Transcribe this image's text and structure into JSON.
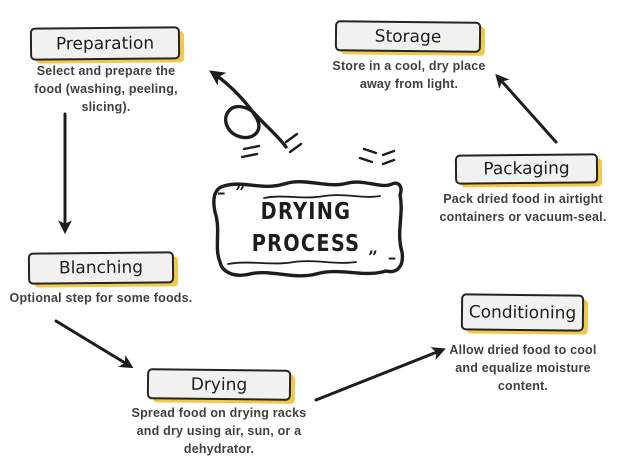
{
  "diagram_title": {
    "line1": "DRYING",
    "line2": "PROCESS"
  },
  "decoration": {
    "open_mark": "– ”",
    "close_mark": "” –"
  },
  "nodes": [
    {
      "id": "preparation",
      "label": "Preparation",
      "description": "Select and prepare the food (washing, peeling, slicing)."
    },
    {
      "id": "blanching",
      "label": "Blanching",
      "description": "Optional step for some foods."
    },
    {
      "id": "drying",
      "label": "Drying",
      "description": "Spread food on drying racks and dry using air, sun, or a dehydrator."
    },
    {
      "id": "conditioning",
      "label": "Conditioning",
      "description": "Allow dried food to cool and equalize moisture content."
    },
    {
      "id": "packaging",
      "label": "Packaging",
      "description": "Pack dried food in airtight containers or vacuum-seal."
    },
    {
      "id": "storage",
      "label": "Storage",
      "description": "Store in a cool, dry place away from light."
    }
  ],
  "edges": [
    {
      "from": "preparation",
      "to": "blanching"
    },
    {
      "from": "blanching",
      "to": "drying"
    },
    {
      "from": "drying",
      "to": "conditioning"
    },
    {
      "from": "packaging",
      "to": "storage"
    },
    {
      "from": "center",
      "to": "preparation",
      "style": "curly"
    }
  ],
  "colors": {
    "accent_yellow": "#f2c84b",
    "ink": "#1d1d1d",
    "body_text": "#404040",
    "box_fill": "#f1f1ef",
    "background": "#ffffff"
  }
}
